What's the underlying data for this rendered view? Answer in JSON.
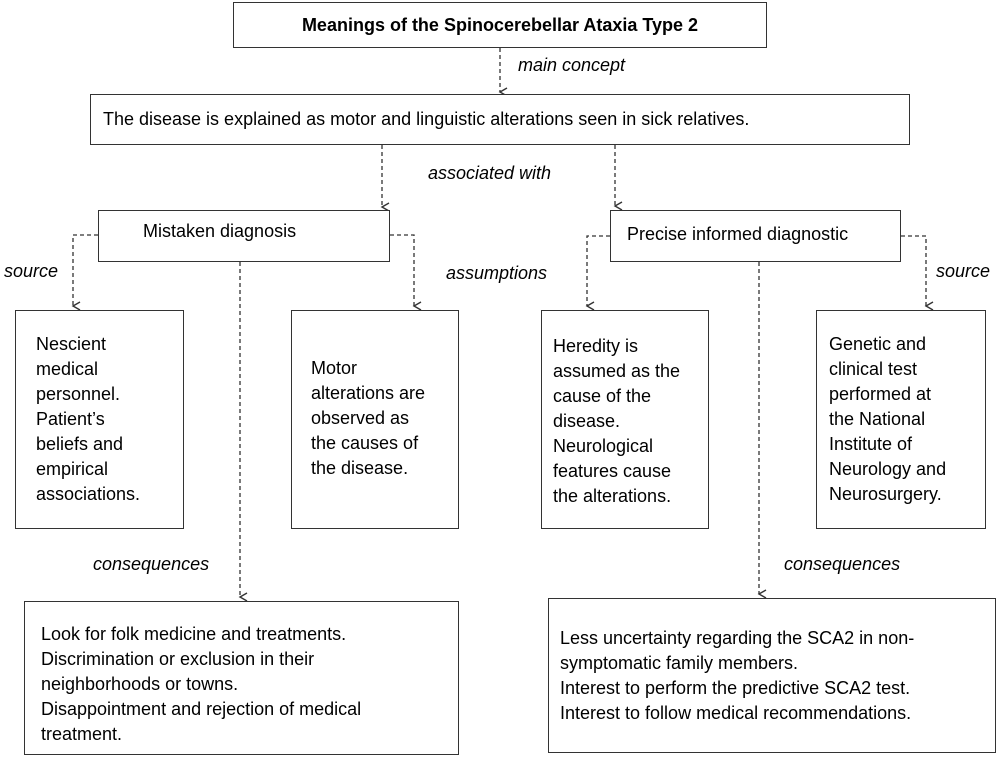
{
  "title": "Meanings of the Spinocerebellar Ataxia Type 2",
  "main": "The disease is explained as motor and linguistic alterations seen in sick relatives.",
  "labels": {
    "main_concept": "main concept",
    "associated_with": "associated with",
    "source_left": "source",
    "assumptions": "assumptions",
    "source_right": "source",
    "consequences_left": "consequences",
    "consequences_right": "consequences"
  },
  "mistaken": "Mistaken diagnosis",
  "precise": "Precise informed diagnostic",
  "nescient": [
    "Nescient",
    "medical",
    "personnel.",
    "Patient’s",
    "beliefs and",
    "empirical",
    "associations."
  ],
  "motor": [
    "Motor",
    "alterations are",
    "observed as",
    "the causes of",
    "the disease."
  ],
  "heredity": [
    "Heredity is",
    "assumed as the",
    "cause of the",
    "disease.",
    "Neurological",
    "features cause",
    "the alterations."
  ],
  "genetic": [
    "Genetic and",
    "clinical test",
    "performed at",
    "the National",
    "Institute of",
    "Neurology and",
    "Neurosurgery."
  ],
  "cons_left": [
    "Look for folk medicine and treatments.",
    "Discrimination or exclusion in their",
    "neighborhoods or towns.",
    "Disappointment and rejection of medical",
    "treatment."
  ],
  "cons_right": [
    "Less uncertainty regarding the SCA2 in non-",
    "symptomatic family members.",
    "Interest to perform the predictive SCA2 test.",
    "Interest to follow medical recommendations."
  ]
}
